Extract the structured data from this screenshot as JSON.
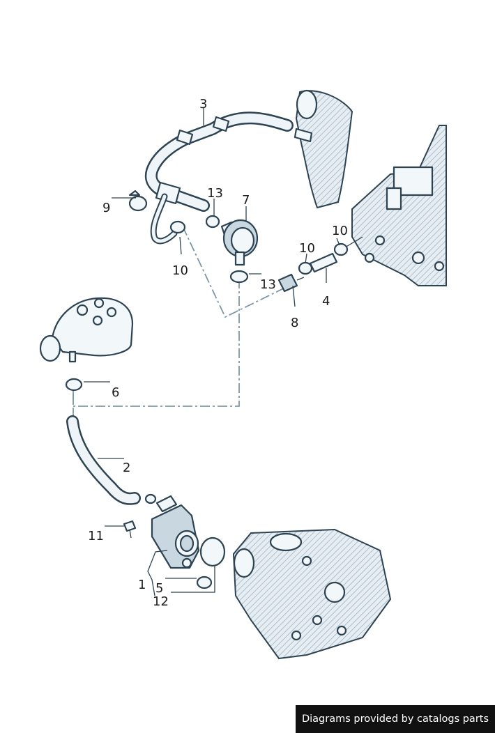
{
  "diagram": {
    "callouts": {
      "c1": "1",
      "c2": "2",
      "c3": "3",
      "c4": "4",
      "c5": "5",
      "c6": "6",
      "c7": "7",
      "c8": "8",
      "c9": "9",
      "c10a": "10",
      "c10b": "10",
      "c10c": "10",
      "c11": "11",
      "c12": "12",
      "c13a": "13",
      "c13b": "13"
    }
  },
  "footer": {
    "credit": "Diagrams provided by catalogs parts"
  },
  "colors": {
    "line": "#2d4352",
    "dash": "#7e97a6",
    "fill": "#f2f7fa",
    "footer_bg": "#111111"
  }
}
